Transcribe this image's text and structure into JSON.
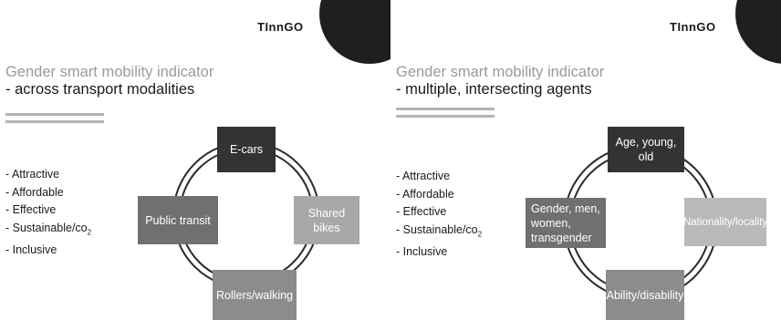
{
  "colors": {
    "dark": "#333333",
    "medium": "#707070",
    "light": "#a8a8a8",
    "lighter": "#b9b9b9",
    "title_gray": "#9a9a9a"
  },
  "slides": [
    {
      "logo": "TInnGO",
      "title": "Gender smart mobility indicator",
      "subtitle": "- across transport modalities",
      "bullets": [
        "- Attractive",
        "- Affordable",
        "- Effective",
        "- Sustainable/co",
        "- Inclusive"
      ],
      "co2_subscript": "2",
      "nodes": {
        "top": "E-cars",
        "left": "Public transit",
        "right": "Shared bikes",
        "bottom": "Rollers/walking"
      }
    },
    {
      "logo": "TInnGO",
      "title": "Gender smart mobility indicator",
      "subtitle": "- multiple, intersecting agents",
      "bullets": [
        "- Attractive",
        "- Affordable",
        "- Effective",
        "- Sustainable/co",
        "- Inclusive"
      ],
      "co2_subscript": "2",
      "nodes": {
        "top": "Age, young, old",
        "left": "Gender, men, women, transgender",
        "right": "Nationality/locality",
        "bottom": "Ability/disability"
      }
    }
  ]
}
